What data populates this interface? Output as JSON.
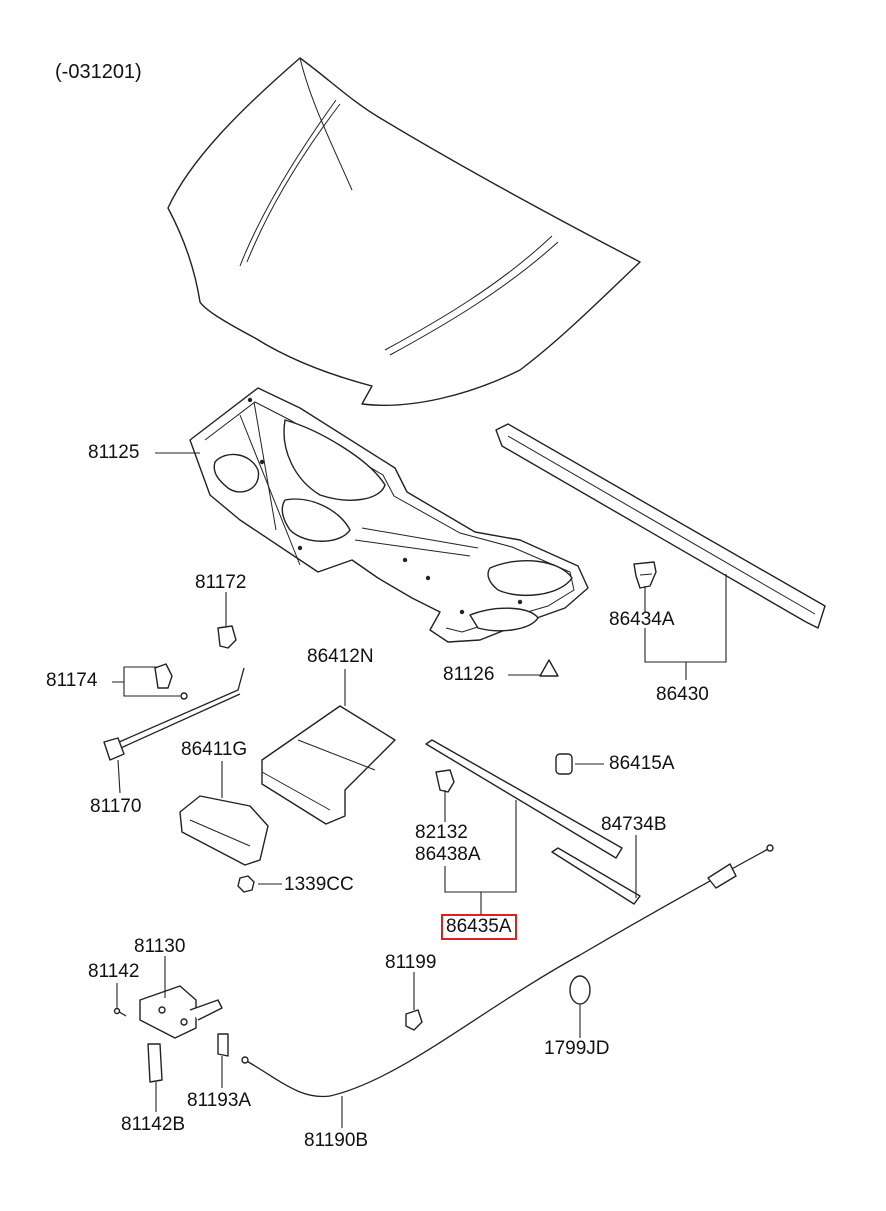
{
  "header": {
    "date_code": "(-031201)"
  },
  "highlight_color": "#e0201b",
  "labels": {
    "p81125": "81125",
    "p81172": "81172",
    "p81174": "81174",
    "p81170": "81170",
    "p86412N": "86412N",
    "p86411G": "86411G",
    "p81126": "81126",
    "p86434A": "86434A",
    "p86430": "86430",
    "p86415A": "86415A",
    "p82132": "82132",
    "p86438A": "86438A",
    "p84734B": "84734B",
    "p86435A": "86435A",
    "p1339CC": "1339CC",
    "p81130": "81130",
    "p81142": "81142",
    "p81199": "81199",
    "p1799JD": "1799JD",
    "p81193A": "81193A",
    "p81142B": "81142B",
    "p81190B": "81190B"
  }
}
